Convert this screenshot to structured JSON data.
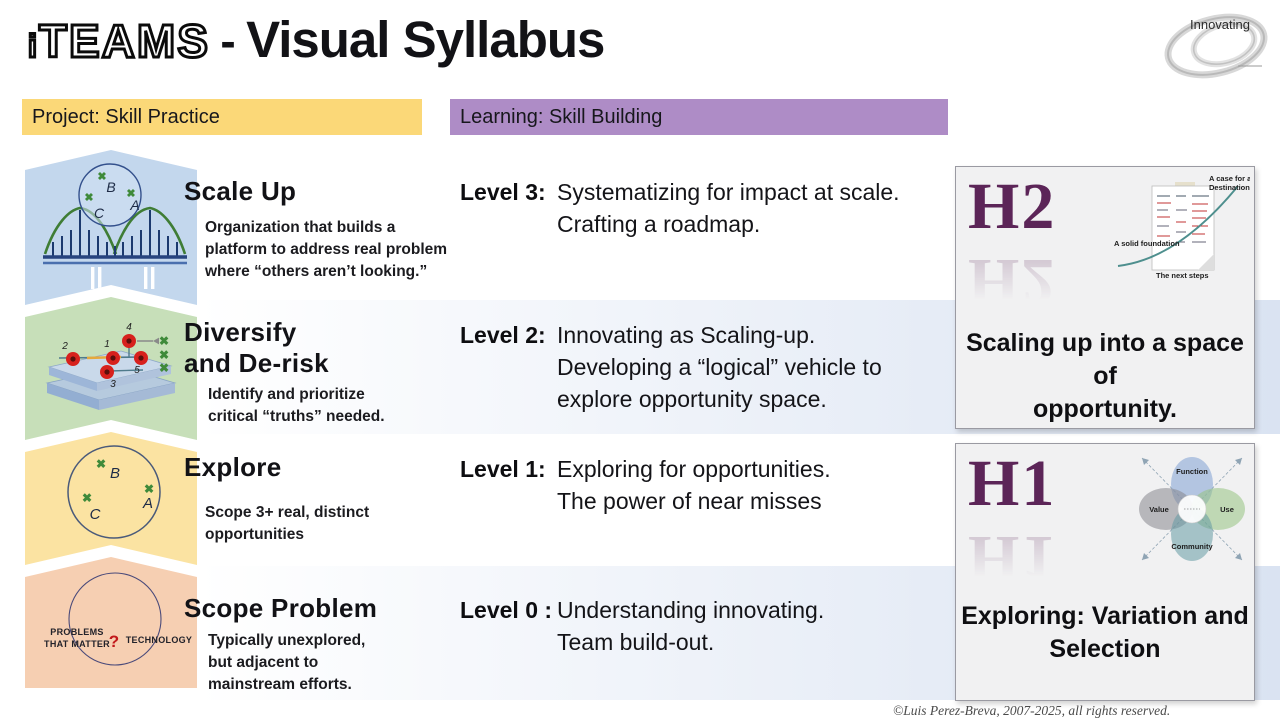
{
  "slide": {
    "header": {
      "title_stencil_i": "i",
      "title_stencil_rest": "TEAMS",
      "title_separator": "-",
      "title_main": "Visual Syllabus",
      "logo_text": "Innovating"
    },
    "columns": {
      "project_label": "Project: Skill Practice",
      "project_color": "#fbd878",
      "learning_label": "Learning: Skill Building",
      "learning_color": "#ae8cc6"
    },
    "rows": [
      {
        "title_lines": [
          "Scale Up",
          ""
        ],
        "desc_lines": [
          "Organization that builds a",
          "platform to address real problem",
          "where “others aren’t looking.”"
        ],
        "level_label": "Level 3:",
        "level_lines": [
          "Systematizing for impact at scale.",
          "Crafting a roadmap.",
          ""
        ],
        "chevron_color": "#c3d7ed",
        "icon": "bridge-scale-icon",
        "icon_labels": {
          "b": "B",
          "c": "C",
          "a": "A"
        }
      },
      {
        "title_lines": [
          "Diversify",
          "and De-risk"
        ],
        "desc_lines": [
          "Identify and prioritize",
          "critical “truths” needed.",
          ""
        ],
        "level_label": "Level 2:",
        "level_lines": [
          "Innovating as Scaling-up.",
          "Developing a “logical” vehicle to",
          "explore opportunity space."
        ],
        "chevron_color": "#c7dfb9",
        "icon": "platform-derisk-icon",
        "icon_numbers": {
          "n1": "1",
          "n2": "2",
          "n3": "3",
          "n4": "4",
          "n5": "5"
        }
      },
      {
        "title_lines": [
          "Explore",
          ""
        ],
        "desc_lines": [
          "Scope 3+ real, distinct",
          "opportunities",
          ""
        ],
        "level_label": "Level 1:",
        "level_lines": [
          "Exploring for opportunities.",
          "The power of near misses",
          ""
        ],
        "chevron_color": "#fbe3a2",
        "icon": "opportunity-circle-icon",
        "icon_labels": {
          "b": "B",
          "c": "C",
          "a": "A"
        }
      },
      {
        "title_lines": [
          "Scope Problem",
          ""
        ],
        "desc_lines": [
          "Typically unexplored,",
          "but adjacent to",
          "mainstream  efforts."
        ],
        "level_label": "Level 0 :",
        "level_lines": [
          "Understanding innovating.",
          "Team build-out.",
          ""
        ],
        "chevron_color": "#f6cfb2",
        "icon": "problem-technology-icon",
        "icon_labels": {
          "left1": "PROBLEMS",
          "left2": "THAT MATTER",
          "question": "?",
          "right": "TECHNOLOGY"
        }
      }
    ],
    "cards": [
      {
        "heading": "H2",
        "caption_lines": [
          "Scaling up into a space of",
          "opportunity."
        ],
        "diagram_labels": {
          "top1": "A case for a",
          "top2": "Destination",
          "mid": "A solid foundation",
          "bottom": "The next steps"
        }
      },
      {
        "heading": "H1",
        "caption_lines": [
          "Exploring: Variation and",
          "Selection"
        ],
        "diagram_labels": {
          "top": "Function",
          "left": "Value",
          "right": "Use",
          "bottom": "Community"
        }
      }
    ],
    "footer": {
      "copyright": "©Luis Perez-Breva, 2007-2025, all rights reserved."
    },
    "colors": {
      "heading_purple": "#5c2558",
      "strip_blue": "#dae3f2",
      "card_bg": "#f1f1f2",
      "green_mark": "#3f8a3a",
      "red_marker": "#d7211d"
    }
  }
}
